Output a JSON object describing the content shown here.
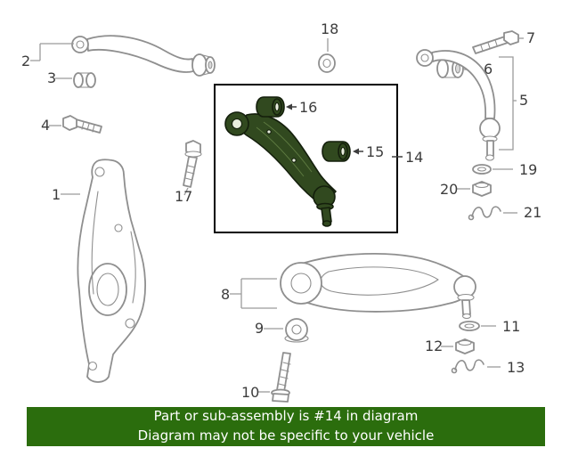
{
  "labels": {
    "p1": "1",
    "p2": "2",
    "p3": "3",
    "p4": "4",
    "p5": "5",
    "p6": "6",
    "p7": "7",
    "p8": "8",
    "p9": "9",
    "p10": "10",
    "p11": "11",
    "p12": "12",
    "p13": "13",
    "p14": "14",
    "p15": "15",
    "p16": "16",
    "p17": "17",
    "p18": "18",
    "p19": "19",
    "p20": "20",
    "p21": "21"
  },
  "banner": {
    "line1": "Part or sub-assembly is #14 in diagram",
    "line2": "Diagram may not be specific to your vehicle",
    "background": "#2b6d0d",
    "text_color": "#ffffff"
  },
  "colors": {
    "part_outline": "#8f8f8f",
    "highlight_part": "#31491f",
    "box_border": "#000000",
    "page_background": "#ffffff"
  }
}
